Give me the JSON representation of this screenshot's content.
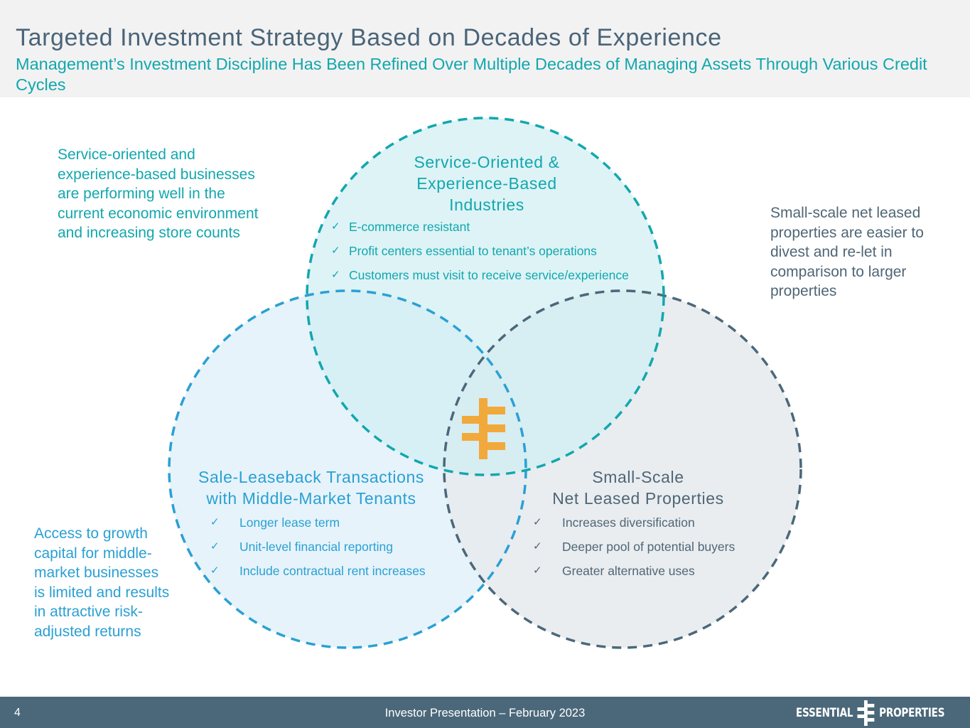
{
  "header": {
    "title": "Targeted Investment Strategy Based on Decades of Experience",
    "subtitle": "Management’s Investment Discipline Has Been Refined Over Multiple Decades of Managing Assets Through Various Credit Cycles"
  },
  "venn": {
    "circles": [
      {
        "id": "service",
        "title_lines": [
          "Service-Oriented &",
          "Experience-Based",
          "Industries"
        ],
        "bullets": [
          "E-commerce resistant",
          "Profit centers essential to tenant’s operations",
          "Customers must visit to receive service/experience"
        ],
        "stroke": "#12a7ad",
        "fill": "#def3f6",
        "text_color": "#12a7ad"
      },
      {
        "id": "sale-leaseback",
        "title_lines": [
          "Sale-Leaseback Transactions",
          "with Middle-Market Tenants"
        ],
        "bullets": [
          "Longer lease term",
          "Unit-level financial reporting",
          "Include contractual rent increases"
        ],
        "stroke": "#2aa0d4",
        "fill": "#e3f2f9",
        "text_color": "#2aa0d4"
      },
      {
        "id": "small-scale",
        "title_lines": [
          "Small-Scale",
          "Net Leased Properties"
        ],
        "bullets": [
          "Increases diversification",
          "Deeper pool of potential buyers",
          "Greater alternative uses"
        ],
        "stroke": "#4b687a",
        "fill": "#e7ebee",
        "text_color": "#4f6676"
      }
    ],
    "check_glyph": "✓",
    "center_logo_color": "#f2a93b"
  },
  "side_notes": {
    "top_left": "Service-oriented and experience-based businesses are performing well in the current economic environment and increasing store counts",
    "right": "Small-scale net leased properties are easier to divest and re-let in comparison to larger properties",
    "bottom_left": "Access to growth capital for middle-market businesses is limited and results in attractive risk-adjusted returns"
  },
  "footer": {
    "page_number": "4",
    "text": "Investor Presentation – February 2023",
    "brand_left": "ESSENTIAL",
    "brand_right": "PROPERTIES",
    "background": "#4b687a"
  }
}
